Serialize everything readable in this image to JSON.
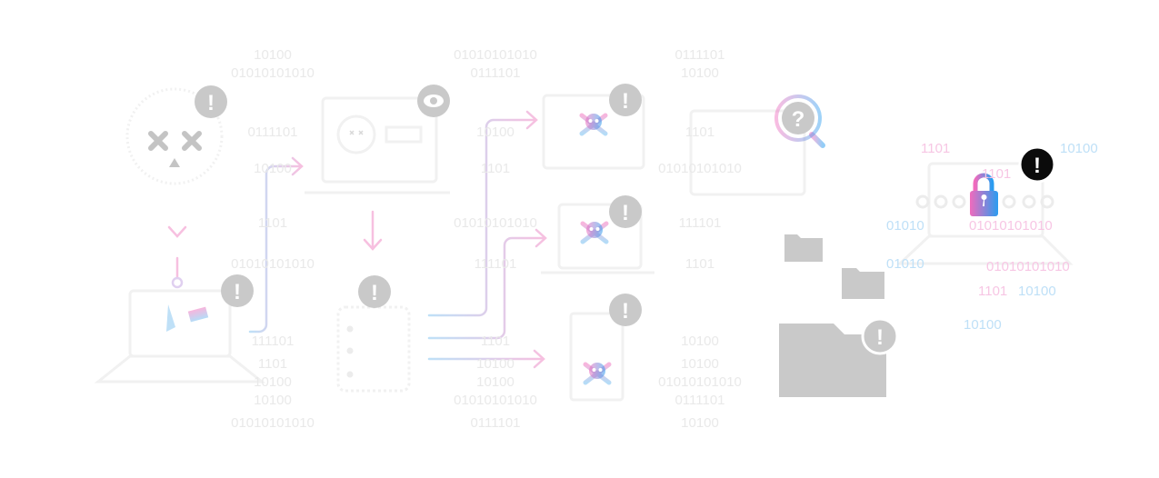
{
  "illustration": {
    "background_binary": [
      "10100",
      "01010101010",
      "0111101",
      "10100",
      "1101",
      "01010101010",
      "111101",
      "1101",
      "10100"
    ],
    "colored_binary": [
      {
        "text": "1101",
        "tone": "pink"
      },
      {
        "text": "10100",
        "tone": "blue"
      },
      {
        "text": "1101",
        "tone": "pink"
      },
      {
        "text": "01010",
        "tone": "blue"
      },
      {
        "text": "01010101010",
        "tone": "pink"
      },
      {
        "text": "01010",
        "tone": "blue"
      },
      {
        "text": "01010101010",
        "tone": "pink"
      },
      {
        "text": "1101",
        "tone": "pink"
      },
      {
        "text": "10100",
        "tone": "blue"
      },
      {
        "text": "10100",
        "tone": "blue"
      }
    ],
    "alert_symbol": "!",
    "question_symbol": "?",
    "colors": {
      "pink": "#f06bbd",
      "blue": "#2a9cf0",
      "gray": "#c9c9c9",
      "black": "#0b0b0b"
    }
  }
}
